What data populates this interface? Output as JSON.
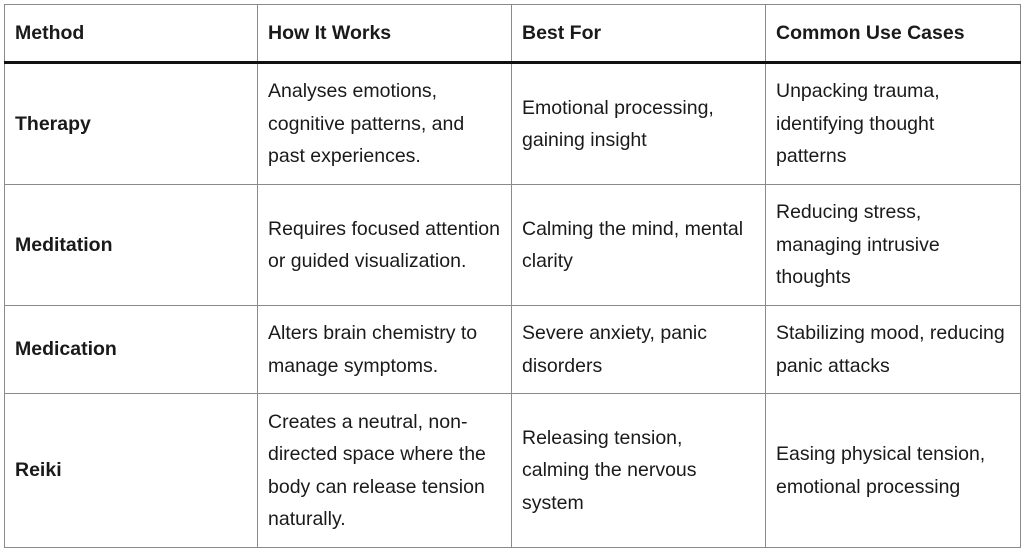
{
  "headers": [
    "Method",
    "How It Works",
    "Best For",
    "Common Use Cases"
  ],
  "rows": [
    [
      "Therapy",
      "Analyses emotions, cognitive patterns, and past experiences.",
      "Emotional processing, gaining insight",
      "Unpacking trauma, identifying thought patterns"
    ],
    [
      "Meditation",
      "Requires focused attention or guided visualization.",
      "Calming the mind, mental clarity",
      "Reducing stress, managing intrusive thoughts"
    ],
    [
      "Medication",
      "Alters brain chemistry to manage symptoms.",
      "Severe anxiety, panic disorders",
      "Stabilizing mood, reducing panic attacks"
    ],
    [
      "Reiki",
      "Creates a neutral, non-directed space where the body can release tension naturally.",
      "Releasing tension, calming the nervous system",
      "Easing physical tension, emotional processing"
    ]
  ]
}
